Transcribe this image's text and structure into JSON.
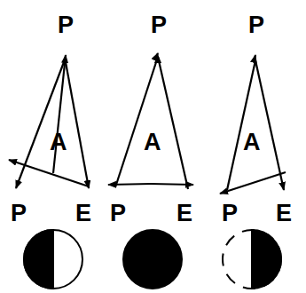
{
  "diagram": {
    "labels": [
      "P",
      "A",
      "P",
      "E",
      "P",
      "A",
      "P",
      "E",
      "P",
      "A",
      "P",
      "E"
    ]
  }
}
